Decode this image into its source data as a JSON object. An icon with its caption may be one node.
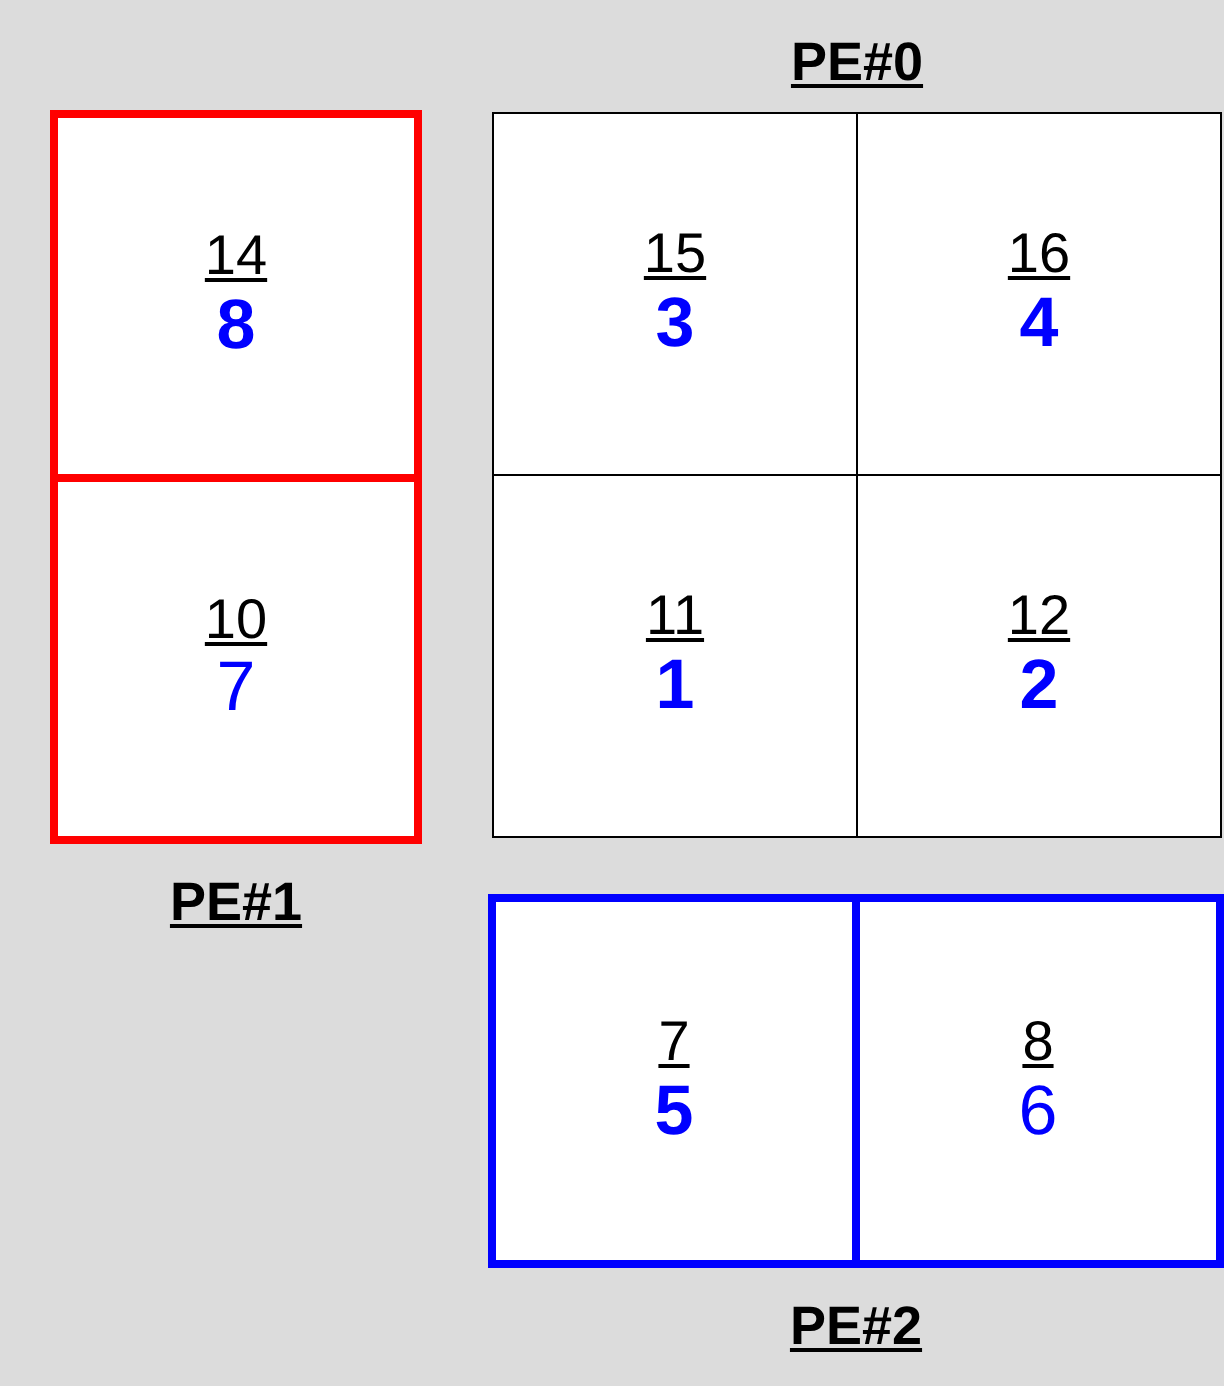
{
  "diagram": {
    "nodes": [
      {
        "text": [
          "PE#0"
        ]
      },
      {
        "text": [
          "15",
          "**3**"
        ],
        "in": 0
      },
      {
        "text": [
          "16",
          "**4**"
        ],
        "in": 0
      },
      {
        "text": [
          "11",
          "**1**"
        ],
        "in": 0
      },
      {
        "text": [
          "12",
          "**2**"
        ],
        "in": 0
      },
      {
        "text": [
          "PE#1"
        ]
      },
      {
        "text": [
          "14",
          "**8**"
        ],
        "in": 5
      },
      {
        "text": [
          "10",
          "7"
        ],
        "in": 5
      },
      {
        "text": [
          "PE#2"
        ]
      },
      {
        "text": [
          "7",
          "**5**"
        ],
        "in": 8
      },
      {
        "text": [
          "8",
          "6"
        ],
        "in": 8
      }
    ]
  }
}
